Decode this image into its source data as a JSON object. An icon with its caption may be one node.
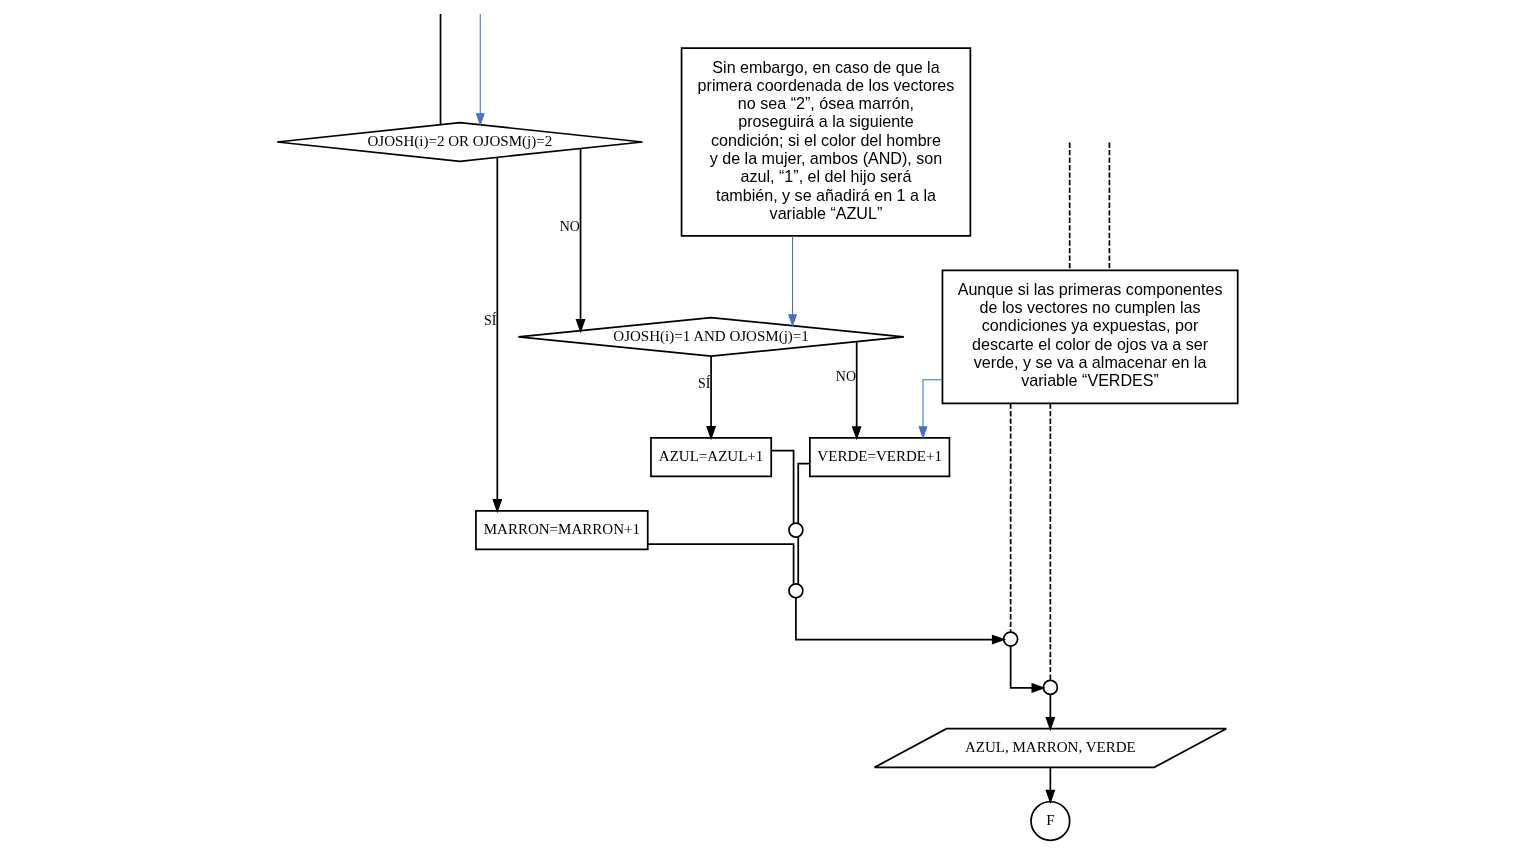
{
  "diagram": {
    "nodes": [
      {
        "text": [
          "OJOSH(i)=2 OR OJOSM(j)=2"
        ]
      },
      {
        "text": [
          "MARRON=MARRON+1"
        ]
      },
      {
        "text": [
          "OJOSH(i)=1 AND OJOSM(j)=1"
        ]
      },
      {
        "text": [
          "AZUL=AZUL+1"
        ]
      },
      {
        "text": [
          "VERDE=VERDE+1"
        ]
      },
      {
        "text": [],
        "shape": "circle"
      },
      {
        "text": [],
        "shape": "circle"
      },
      {
        "text": [],
        "shape": "circle"
      },
      {
        "text": [],
        "shape": "circle"
      },
      {
        "text": [
          "AZUL, MARRON, VERDE"
        ]
      },
      {
        "text": [
          "F"
        ]
      },
      {
        "text": [
          "Sin embargo, en caso de que la primera coordenada de los vectores no sea “2”, ósea marrón, proseguirá a la siguiente condición; si el color del hombre y de la mujer, ambos (AND), son azul, “1”, el del hijo será también, y se añadirá en 1 a la variable “AZUL”"
        ]
      },
      {
        "text": [
          "Aunque si las primeras componentes de los vectores no cumplen las condiciones ya expuestas, por descarte el color de ojos va a ser verde, y se va a almacenar en la variable “VERDES”"
        ]
      }
    ],
    "edges": [
      {
        "from": null,
        "to": 0,
        "arrow": "none"
      },
      {
        "from": null,
        "to": 0,
        "arrow": "to",
        "color": "#4472c4"
      },
      {
        "from": 0,
        "to": 1,
        "arrow": "to",
        "label": "SÍ"
      },
      {
        "from": 0,
        "to": 2,
        "arrow": "to",
        "label": "NO"
      },
      {
        "from": 2,
        "to": 3,
        "arrow": "to",
        "label": "SÍ"
      },
      {
        "from": 2,
        "to": 4,
        "arrow": "to",
        "label": "NO"
      },
      {
        "from": 3,
        "to": 5,
        "arrow": "none"
      },
      {
        "from": 4,
        "to": 5,
        "arrow": "none"
      },
      {
        "from": 1,
        "to": 6,
        "arrow": "none"
      },
      {
        "from": 5,
        "to": 6,
        "arrow": "none"
      },
      {
        "from": 6,
        "to": 7,
        "arrow": "to"
      },
      {
        "from": 7,
        "to": 8,
        "arrow": "to"
      },
      {
        "from": 8,
        "to": 9,
        "arrow": "to"
      },
      {
        "from": 9,
        "to": 10,
        "arrow": "to"
      },
      {
        "from": 11,
        "to": 2,
        "arrow": "to",
        "color": "#4472c4"
      },
      {
        "from": 12,
        "to": 4,
        "arrow": "to",
        "color": "#4472c4"
      },
      {
        "from": null,
        "to": 12,
        "arrow": "none",
        "style": "dashed"
      },
      {
        "from": null,
        "to": 12,
        "arrow": "none",
        "style": "dashed"
      },
      {
        "from": 12,
        "to": 7,
        "arrow": "none",
        "style": "dashed"
      },
      {
        "from": 12,
        "to": 8,
        "arrow": "none",
        "style": "dashed"
      }
    ]
  }
}
